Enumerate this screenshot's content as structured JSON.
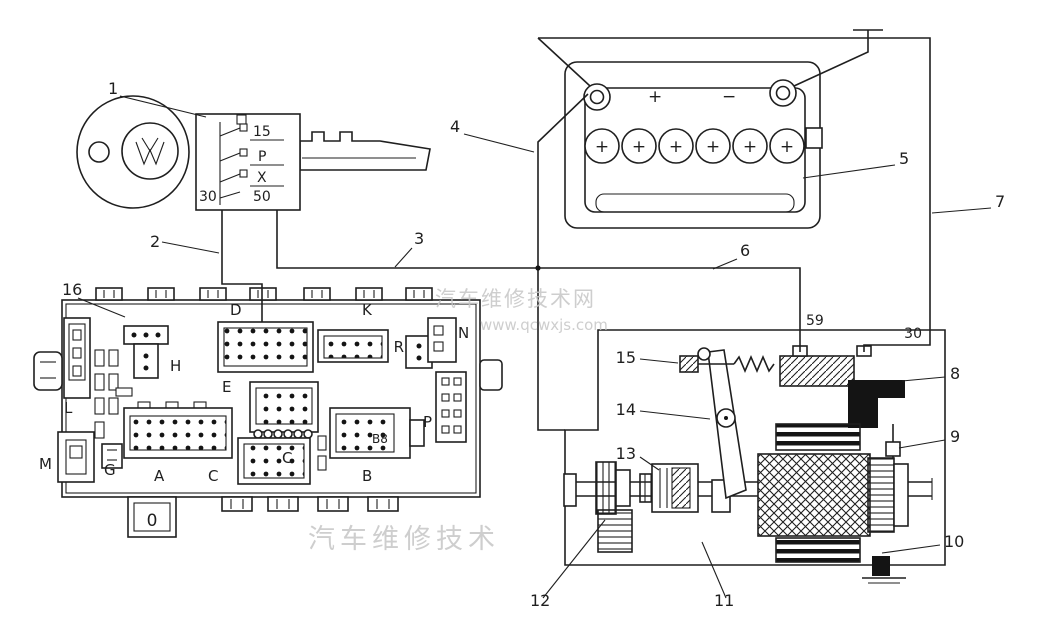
{
  "diagram": {
    "title": "Car starting system wiring diagram",
    "labels": {
      "n1": "1",
      "n2": "2",
      "n3": "3",
      "n4": "4",
      "n5": "5",
      "n6": "6",
      "n7": "7",
      "n8": "8",
      "n9": "9",
      "n10": "10",
      "n11": "11",
      "n12": "12",
      "n13": "13",
      "n14": "14",
      "n15": "15",
      "n16": "16"
    },
    "ignition": {
      "t15": "15",
      "tp": "P",
      "tx": "X",
      "t30": "30",
      "t50": "50"
    },
    "battery": {
      "plus": "+",
      "minus": "−",
      "cell": "+"
    },
    "fusebox": {
      "a": "A",
      "b": "B",
      "b8": "B8",
      "c": "C",
      "d": "D",
      "e": "E",
      "g": "G",
      "h": "H",
      "k": "K",
      "l": "L",
      "m": "M",
      "n": "N",
      "p": "P",
      "r": "R",
      "zero": "0"
    },
    "starter": {
      "t59": "59",
      "t30": "30"
    },
    "watermark": {
      "line1": "汽车维修技术网",
      "line2": "www.qcwxjs.com",
      "line3": "汽车维修技术"
    },
    "colors": {
      "line": "#1f1f1f",
      "watermark": "#c6c6c6",
      "background": "#ffffff"
    }
  }
}
